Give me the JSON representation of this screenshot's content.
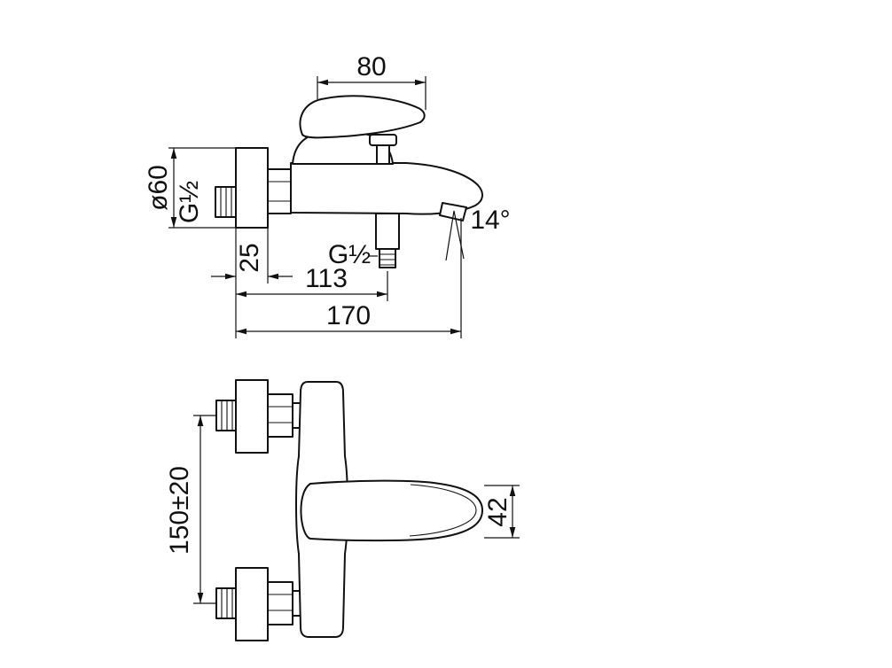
{
  "colors": {
    "background": "#ffffff",
    "line": "#111111"
  },
  "side_view": {
    "dim_handle_length": "80",
    "dim_flange_diameter": "ø60",
    "label_inlet_thread": "G½",
    "dim_flange_depth": "25",
    "label_outlet_thread": "G½",
    "dim_spout_angle": "14°",
    "dim_wall_to_outlet": "113",
    "dim_wall_to_spout_tip": "170"
  },
  "front_view": {
    "dim_mount_centers": "150±20",
    "dim_handle_thickness": "42"
  }
}
